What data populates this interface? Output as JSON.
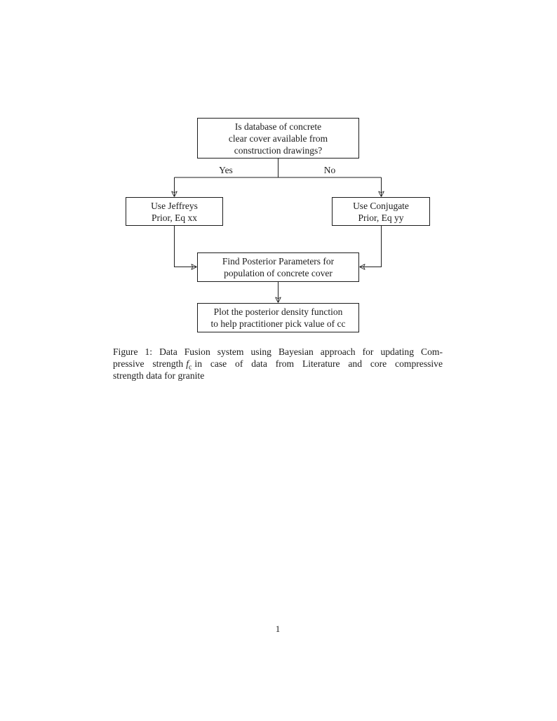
{
  "colors": {
    "ink": "#1c1c1c",
    "background": "#ffffff"
  },
  "flowchart": {
    "nodes": {
      "decision": {
        "lines": [
          "Is database of concrete",
          "clear cover available from",
          "construction drawings?"
        ]
      },
      "jeffreys": {
        "lines": [
          "Use Jeffreys",
          "Prior, Eq xx"
        ]
      },
      "conjugate": {
        "lines": [
          "Use Conjugate",
          "Prior, Eq yy"
        ]
      },
      "posterior": {
        "lines": [
          "Find Posterior Parameters for",
          "population of concrete cover"
        ]
      },
      "plot": {
        "lines": [
          "Plot the posterior density function",
          "to help practitioner pick value of cc"
        ]
      }
    },
    "edge_labels": {
      "yes": "Yes",
      "no": "No"
    }
  },
  "caption": {
    "line1": "Figure 1: Data Fusion system using Bayesian approach for updating Com-",
    "line2_pre": "pressive strength",
    "math_var": "f",
    "math_sub": "c",
    "line2_post": "in case of data from Literature and core compressive",
    "line3": "strength data for granite"
  },
  "page": {
    "number": "1"
  }
}
